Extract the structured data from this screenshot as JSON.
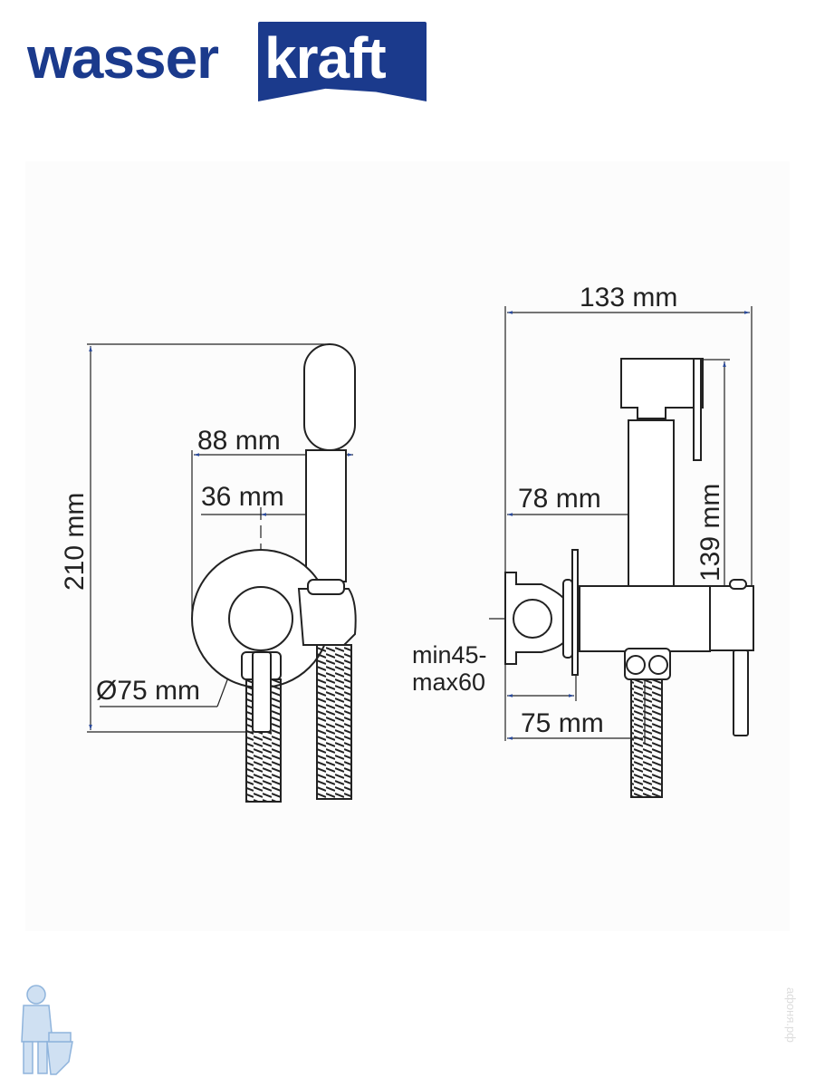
{
  "brand": {
    "part1": "wasser",
    "part2": "kraft",
    "color": "#1b3a8c"
  },
  "left_view": {
    "height_label": "210 mm",
    "width_88_label": "88 mm",
    "width_36_label": "36 mm",
    "diameter_label": "Ø75 mm"
  },
  "right_view": {
    "depth_label": "133 mm",
    "offset_78_label": "78 mm",
    "height_139_label": "139 mm",
    "wall_min_label": "min45-",
    "wall_max_label": "max60",
    "depth_75_label": "75 mm"
  },
  "watermark": "афоня.рф",
  "dimension_arrow_color": "#2a4a9a"
}
